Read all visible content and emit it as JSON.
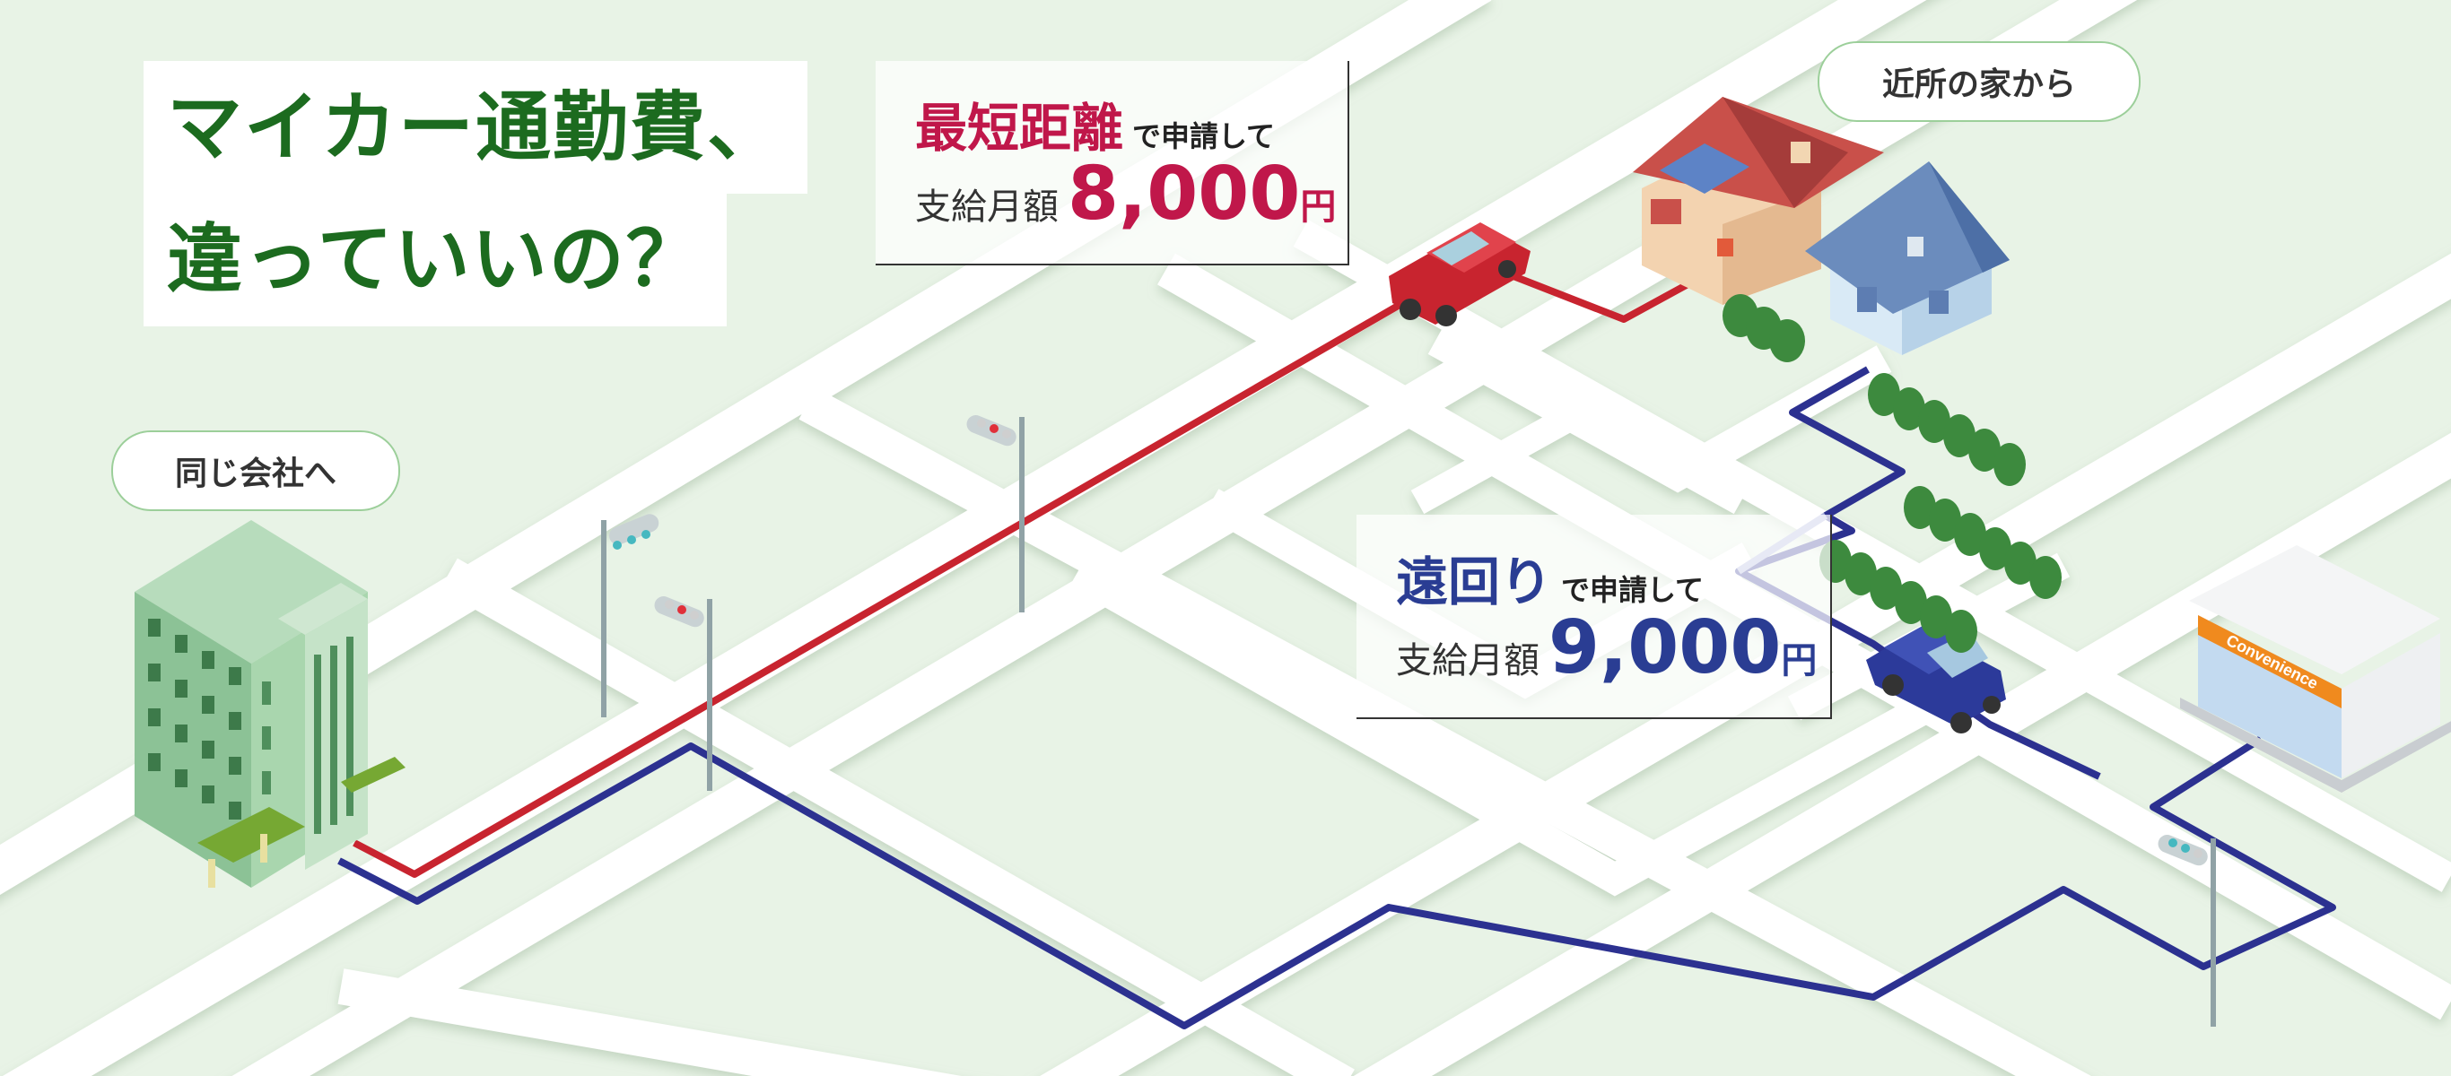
{
  "title": {
    "line1": "マイカー通勤費、",
    "line2": "違っていいの？"
  },
  "labels": {
    "home": "近所の家から",
    "company": "同じ会社へ"
  },
  "short_route": {
    "name": "最短距離",
    "suffix": "で申請して",
    "label": "支給月額",
    "amount": "8,000",
    "unit": "円"
  },
  "long_route": {
    "name": "遠回り",
    "suffix": "で申請して",
    "label": "支給月額",
    "amount": "9,000",
    "unit": "円"
  },
  "store_sign": "Convenience",
  "colors": {
    "short_route": "#c8242f",
    "long_route": "#2c3190",
    "title": "#1c6b1f",
    "background": "#e8f3e6",
    "road": "#ffffff"
  }
}
